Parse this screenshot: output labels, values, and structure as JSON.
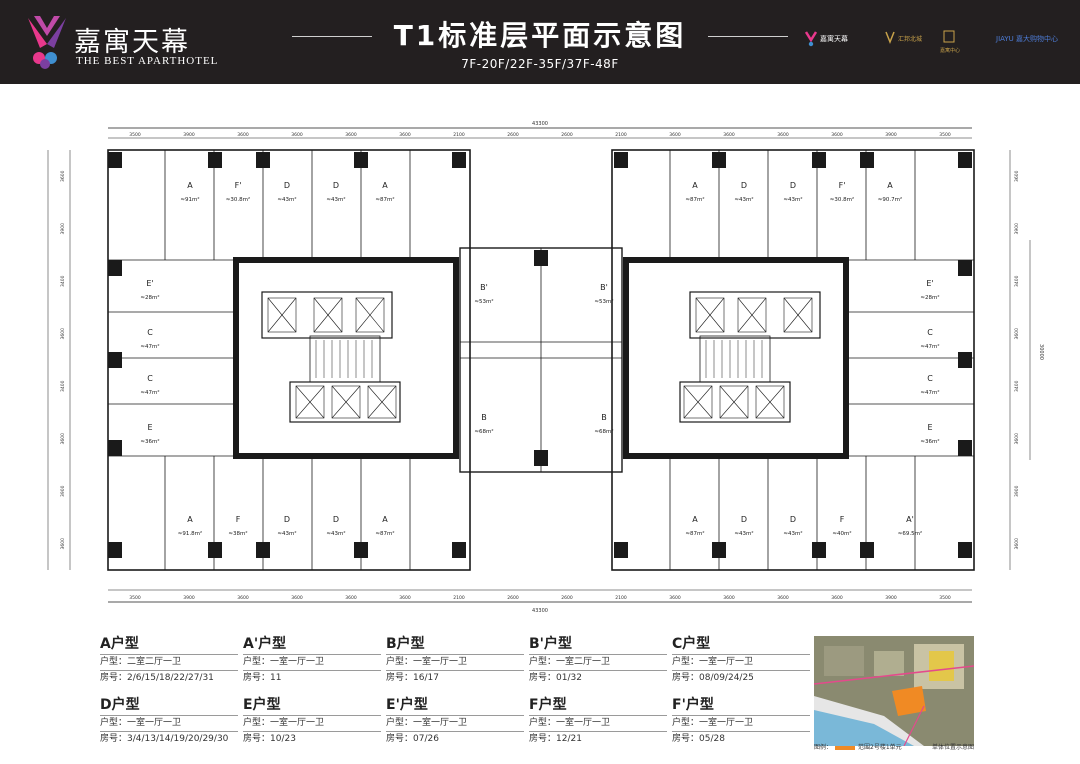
{
  "header": {
    "brand_cn": "嘉寓天幕",
    "brand_en": "THE BEST APARTHOTEL",
    "title": "T1标准层平面示意图",
    "subtitle": "7F-20F/22F-35F/37F-48F",
    "partner_logos": [
      "嘉寓天幕",
      "汇邦北城",
      "嘉寓中心",
      "JIAYU 嘉大购物中心"
    ],
    "colors": {
      "background": "#231f20",
      "logo_pink": "#e8388c",
      "logo_purple": "#7b3fa0",
      "logo_blue": "#3f8fd0"
    }
  },
  "plan": {
    "total_dimension": "43300",
    "top_segments": [
      "3500",
      "3900",
      "3600",
      "3600",
      "3600",
      "3600",
      "2100",
      "2600",
      "2600",
      "2100",
      "3600",
      "3600",
      "3600",
      "3600",
      "3900",
      "3500"
    ],
    "side_segments": [
      "3600",
      "3900",
      "3400",
      "3600",
      "3400",
      "3600",
      "3900",
      "3600"
    ],
    "right_total": "30000",
    "left_wing": [
      {
        "type": "A",
        "area": "≈91m²"
      },
      {
        "type": "F'",
        "area": "≈30.8m²"
      },
      {
        "type": "D",
        "area": "≈43m²"
      },
      {
        "type": "D",
        "area": "≈43m²"
      },
      {
        "type": "A",
        "area": "≈87m²"
      },
      {
        "type": "E'",
        "area": "≈28m²"
      },
      {
        "type": "C",
        "area": "≈47m²"
      },
      {
        "type": "C",
        "area": "≈47m²"
      },
      {
        "type": "E",
        "area": "≈36m²"
      },
      {
        "type": "A",
        "area": "≈91.8m²"
      },
      {
        "type": "F",
        "area": "≈38m²"
      },
      {
        "type": "D",
        "area": "≈43m²"
      },
      {
        "type": "D",
        "area": "≈43m²"
      },
      {
        "type": "A",
        "area": "≈87m²"
      }
    ],
    "center": [
      {
        "type": "B'",
        "area": "≈53m²"
      },
      {
        "type": "B'",
        "area": "≈53m²"
      },
      {
        "type": "B",
        "area": "≈68m²"
      },
      {
        "type": "B",
        "area": "≈68m²"
      }
    ],
    "right_wing": [
      {
        "type": "A",
        "area": "≈87m²"
      },
      {
        "type": "D",
        "area": "≈43m²"
      },
      {
        "type": "D",
        "area": "≈43m²"
      },
      {
        "type": "F'",
        "area": "≈30.8m²"
      },
      {
        "type": "A",
        "area": "≈90.7m²"
      },
      {
        "type": "E'",
        "area": "≈28m²"
      },
      {
        "type": "C",
        "area": "≈47m²"
      },
      {
        "type": "C",
        "area": "≈47m²"
      },
      {
        "type": "E",
        "area": "≈36m²"
      },
      {
        "type": "A",
        "area": "≈87m²"
      },
      {
        "type": "D",
        "area": "≈43m²"
      },
      {
        "type": "D",
        "area": "≈43m²"
      },
      {
        "type": "F",
        "area": "≈40m²"
      },
      {
        "type": "A'",
        "area": "≈69.5m²"
      }
    ]
  },
  "legend": [
    {
      "title": "A户型",
      "layout": "户型：二室二厅一卫",
      "rooms": "房号：2/6/15/18/22/27/31"
    },
    {
      "title": "A'户型",
      "layout": "户型：一室一厅一卫",
      "rooms": "房号：11"
    },
    {
      "title": "B户型",
      "layout": "户型：一室一厅一卫",
      "rooms": "房号：16/17"
    },
    {
      "title": "B'户型",
      "layout": "户型：一室二厅一卫",
      "rooms": "房号：01/32"
    },
    {
      "title": "C户型",
      "layout": "户型：一室一厅一卫",
      "rooms": "房号：08/09/24/25"
    },
    {
      "title": "D户型",
      "layout": "户型：一室一厅一卫",
      "rooms": "房号：3/4/13/14/19/20/29/30"
    },
    {
      "title": "E户型",
      "layout": "户型：一室一厅一卫",
      "rooms": "房号：10/23"
    },
    {
      "title": "E'户型",
      "layout": "户型：一室一厅一卫",
      "rooms": "房号：07/26"
    },
    {
      "title": "F户型",
      "layout": "户型：一室一厅一卫",
      "rooms": "房号：12/21"
    },
    {
      "title": "F'户型",
      "layout": "户型：一室一厅一卫",
      "rooms": "房号：05/28"
    }
  ],
  "keymap": {
    "legend_label": "图例：",
    "legend_text": "范围2号楼1单元",
    "location_label": "单体位置示意图",
    "colors": {
      "highlight": "#f08a24",
      "water": "#7ab8d8",
      "land": "#c9c3a4"
    }
  }
}
